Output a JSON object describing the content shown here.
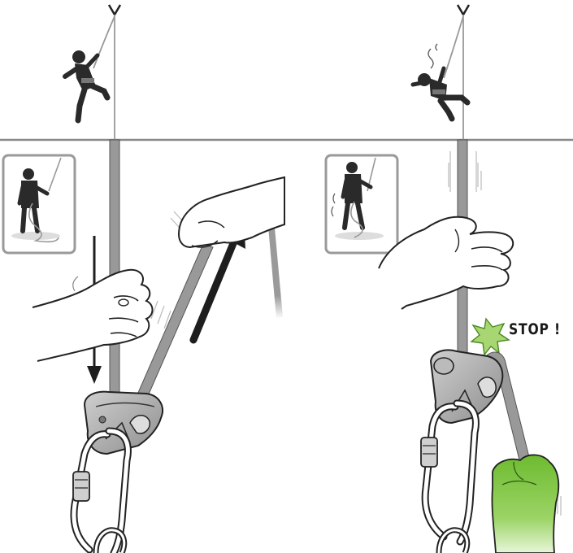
{
  "panels": {
    "left": {
      "top_scene": "climber-falling",
      "inset": "belayer-standing",
      "main": "belayer-feeding-rope-through-device",
      "arrows": [
        "down-arrow",
        "up-arrow"
      ]
    },
    "right": {
      "top_scene": "climber-falling-backwards",
      "inset": "belayer-holding",
      "main": "device-locking-rope",
      "callout": {
        "text": "STOP !",
        "burst_color": "#a8d672"
      },
      "hand_color": "#7cc242"
    }
  },
  "colors": {
    "rope": "#9a9a9a",
    "outline": "#222222",
    "ground_line": "#888888",
    "device": "#b4b4b4",
    "arrow": "#1e1e1e",
    "inset_border": "#999999"
  }
}
